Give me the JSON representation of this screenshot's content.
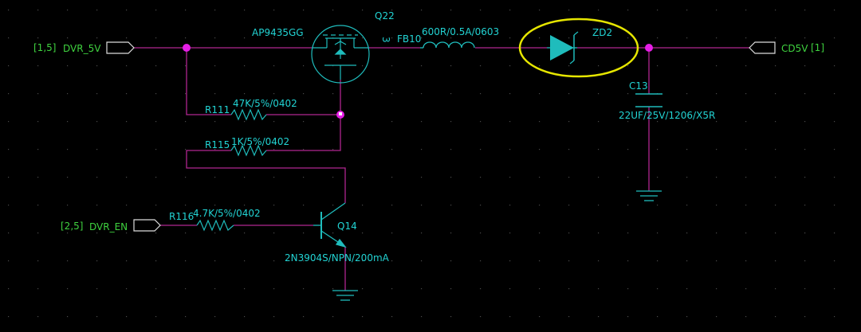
{
  "colors": {
    "background": "#000000",
    "grid_dot": "#4a4a4a",
    "wire": "#b0268f",
    "component": "#1fbcbc",
    "junction": "#e61ee6",
    "net_label": "#3fd23f",
    "ref_label": "#22d3d3",
    "highlight": "#e6e600"
  },
  "ports": {
    "dvr_5v": {
      "page_ref": "[1,5]",
      "name": "DVR_5V"
    },
    "dvr_en": {
      "page_ref": "[2,5]",
      "name": "DVR_EN"
    },
    "cd5v": {
      "name": "CD5V",
      "page_ref": "[1]"
    }
  },
  "components": {
    "q22": {
      "ref": "Q22",
      "value": "AP9435GG",
      "pin": "3"
    },
    "fb10": {
      "ref": "FB10",
      "value": "600R/0.5A/0603"
    },
    "zd2": {
      "ref": "ZD2",
      "highlighted": true
    },
    "c13": {
      "ref": "C13",
      "value": "22UF/25V/1206/X5R"
    },
    "r111": {
      "ref": "R111",
      "value": "47K/5%/0402"
    },
    "r115": {
      "ref": "R115",
      "value": "1K/5%/0402"
    },
    "r116": {
      "ref": "R116",
      "value": "4.7K/5%/0402"
    },
    "q14": {
      "ref": "Q14",
      "value": "2N3904S/NPN/200mA"
    }
  }
}
